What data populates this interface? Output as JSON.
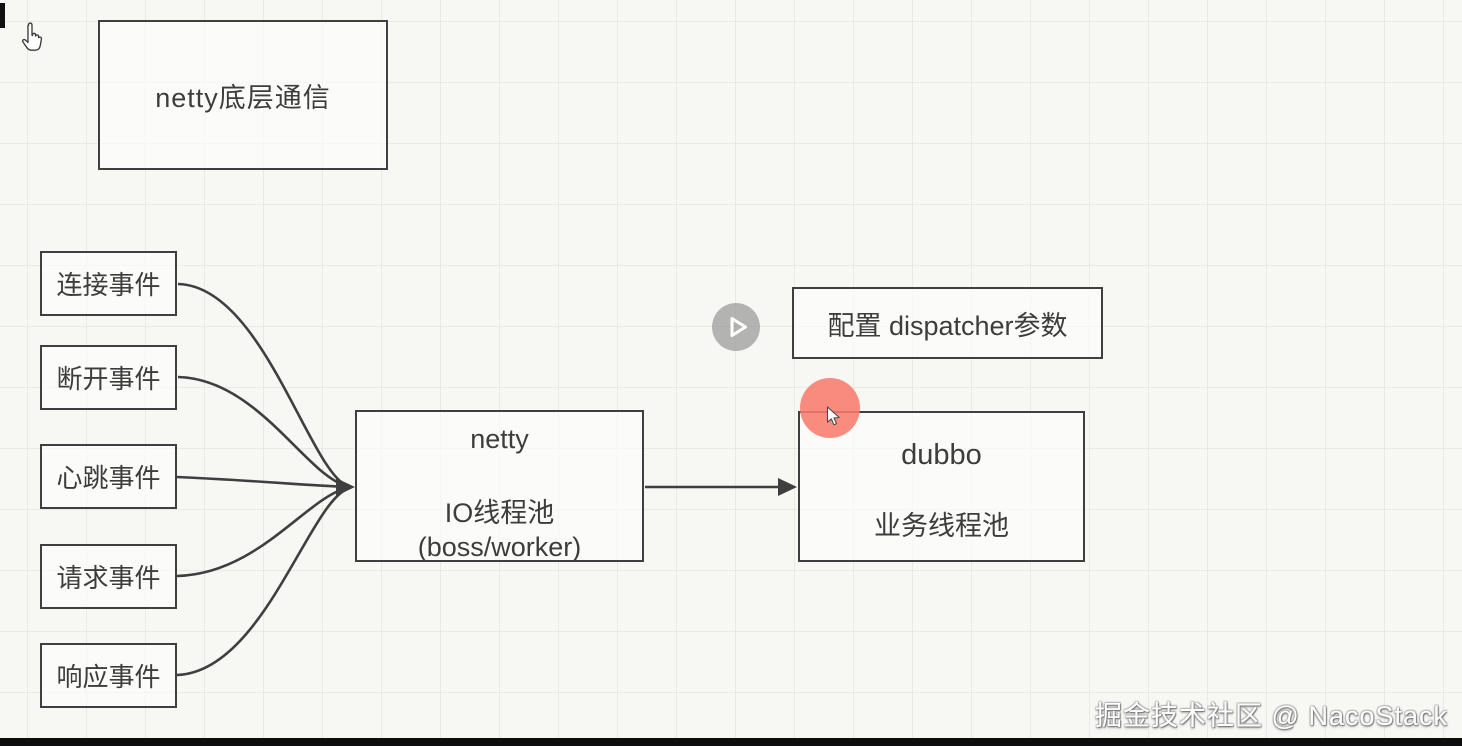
{
  "diagram": {
    "title_box": {
      "label": "netty底层通信"
    },
    "event_boxes": [
      {
        "label": "连接事件"
      },
      {
        "label": "断开事件"
      },
      {
        "label": "心跳事件"
      },
      {
        "label": "请求事件"
      },
      {
        "label": "响应事件"
      }
    ],
    "netty_box": {
      "line1": "netty",
      "line2": "IO线程池",
      "line3": "(boss/worker)"
    },
    "dispatcher_box": {
      "label": "配置 dispatcher参数"
    },
    "dubbo_box": {
      "line1": "dubbo",
      "line2": "业务线程池"
    },
    "connections": [
      {
        "from": "连接事件",
        "to": "netty"
      },
      {
        "from": "断开事件",
        "to": "netty"
      },
      {
        "from": "心跳事件",
        "to": "netty"
      },
      {
        "from": "请求事件",
        "to": "netty"
      },
      {
        "from": "响应事件",
        "to": "netty"
      },
      {
        "from": "netty",
        "to": "dubbo"
      }
    ]
  },
  "overlay": {
    "play_icon": "play-icon",
    "highlight_circle": "click-highlight",
    "arrow_cursor": "arrow-cursor-icon",
    "hand_cursor": "hand-cursor-icon"
  },
  "watermark": {
    "text": "掘金技术社区 @ NacoStack"
  },
  "colors": {
    "background": "#f7f7f4",
    "grid_line": "#d5d5ce",
    "box_border": "#3f3f3f",
    "text": "#3d3d3d",
    "highlight_circle": "#f87b6c",
    "play_button": "#7c7c7c",
    "watermark_text": "#ffffff",
    "connector": "#3f3f3f"
  }
}
